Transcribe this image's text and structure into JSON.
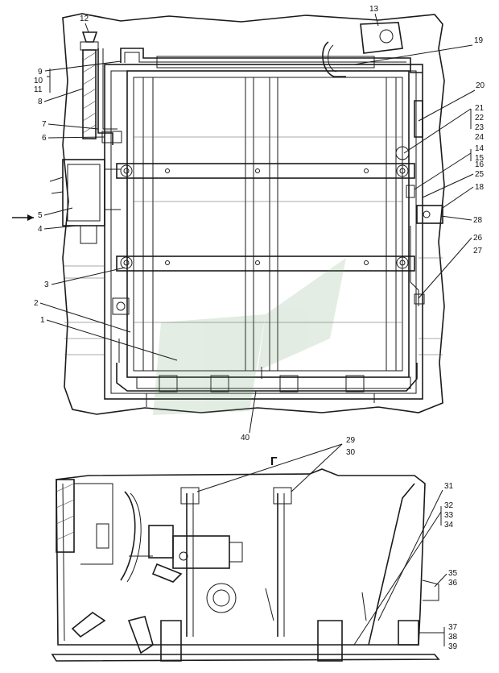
{
  "view_letter": "Г",
  "callouts_top": [
    "12",
    "13",
    "19",
    "9",
    "10",
    "11",
    "8",
    "20",
    "21",
    "22",
    "23",
    "24",
    "7",
    "6",
    "14",
    "15",
    "16",
    "25",
    "18",
    "5",
    "4",
    "28",
    "26",
    "27",
    "3",
    "2",
    "1",
    "40"
  ],
  "callouts_bottom": [
    "29",
    "30",
    "31",
    "32",
    "33",
    "34",
    "35",
    "36",
    "37",
    "38",
    "39"
  ]
}
